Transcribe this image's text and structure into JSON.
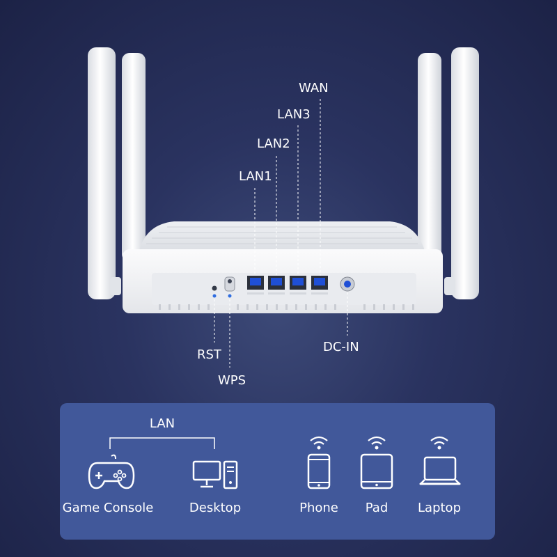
{
  "ports": {
    "wan": "WAN",
    "lan3": "LAN3",
    "lan2": "LAN2",
    "lan1": "LAN1",
    "rst": "RST",
    "wps": "WPS",
    "dc_in": "DC-IN"
  },
  "connections": {
    "wired_group_label": "LAN",
    "devices": [
      {
        "label": "Game Console",
        "icon": "gamepad-icon",
        "connection": "wired"
      },
      {
        "label": "Desktop",
        "icon": "desktop-icon",
        "connection": "wired"
      },
      {
        "label": "Phone",
        "icon": "phone-icon",
        "connection": "wifi"
      },
      {
        "label": "Pad",
        "icon": "tablet-icon",
        "connection": "wifi"
      },
      {
        "label": "Laptop",
        "icon": "laptop-icon",
        "connection": "wifi"
      }
    ]
  },
  "colors": {
    "background": "#2a3360",
    "panel": "#41589a",
    "router_body": "#f2f3f5",
    "port_led": "#1f4fd6"
  }
}
